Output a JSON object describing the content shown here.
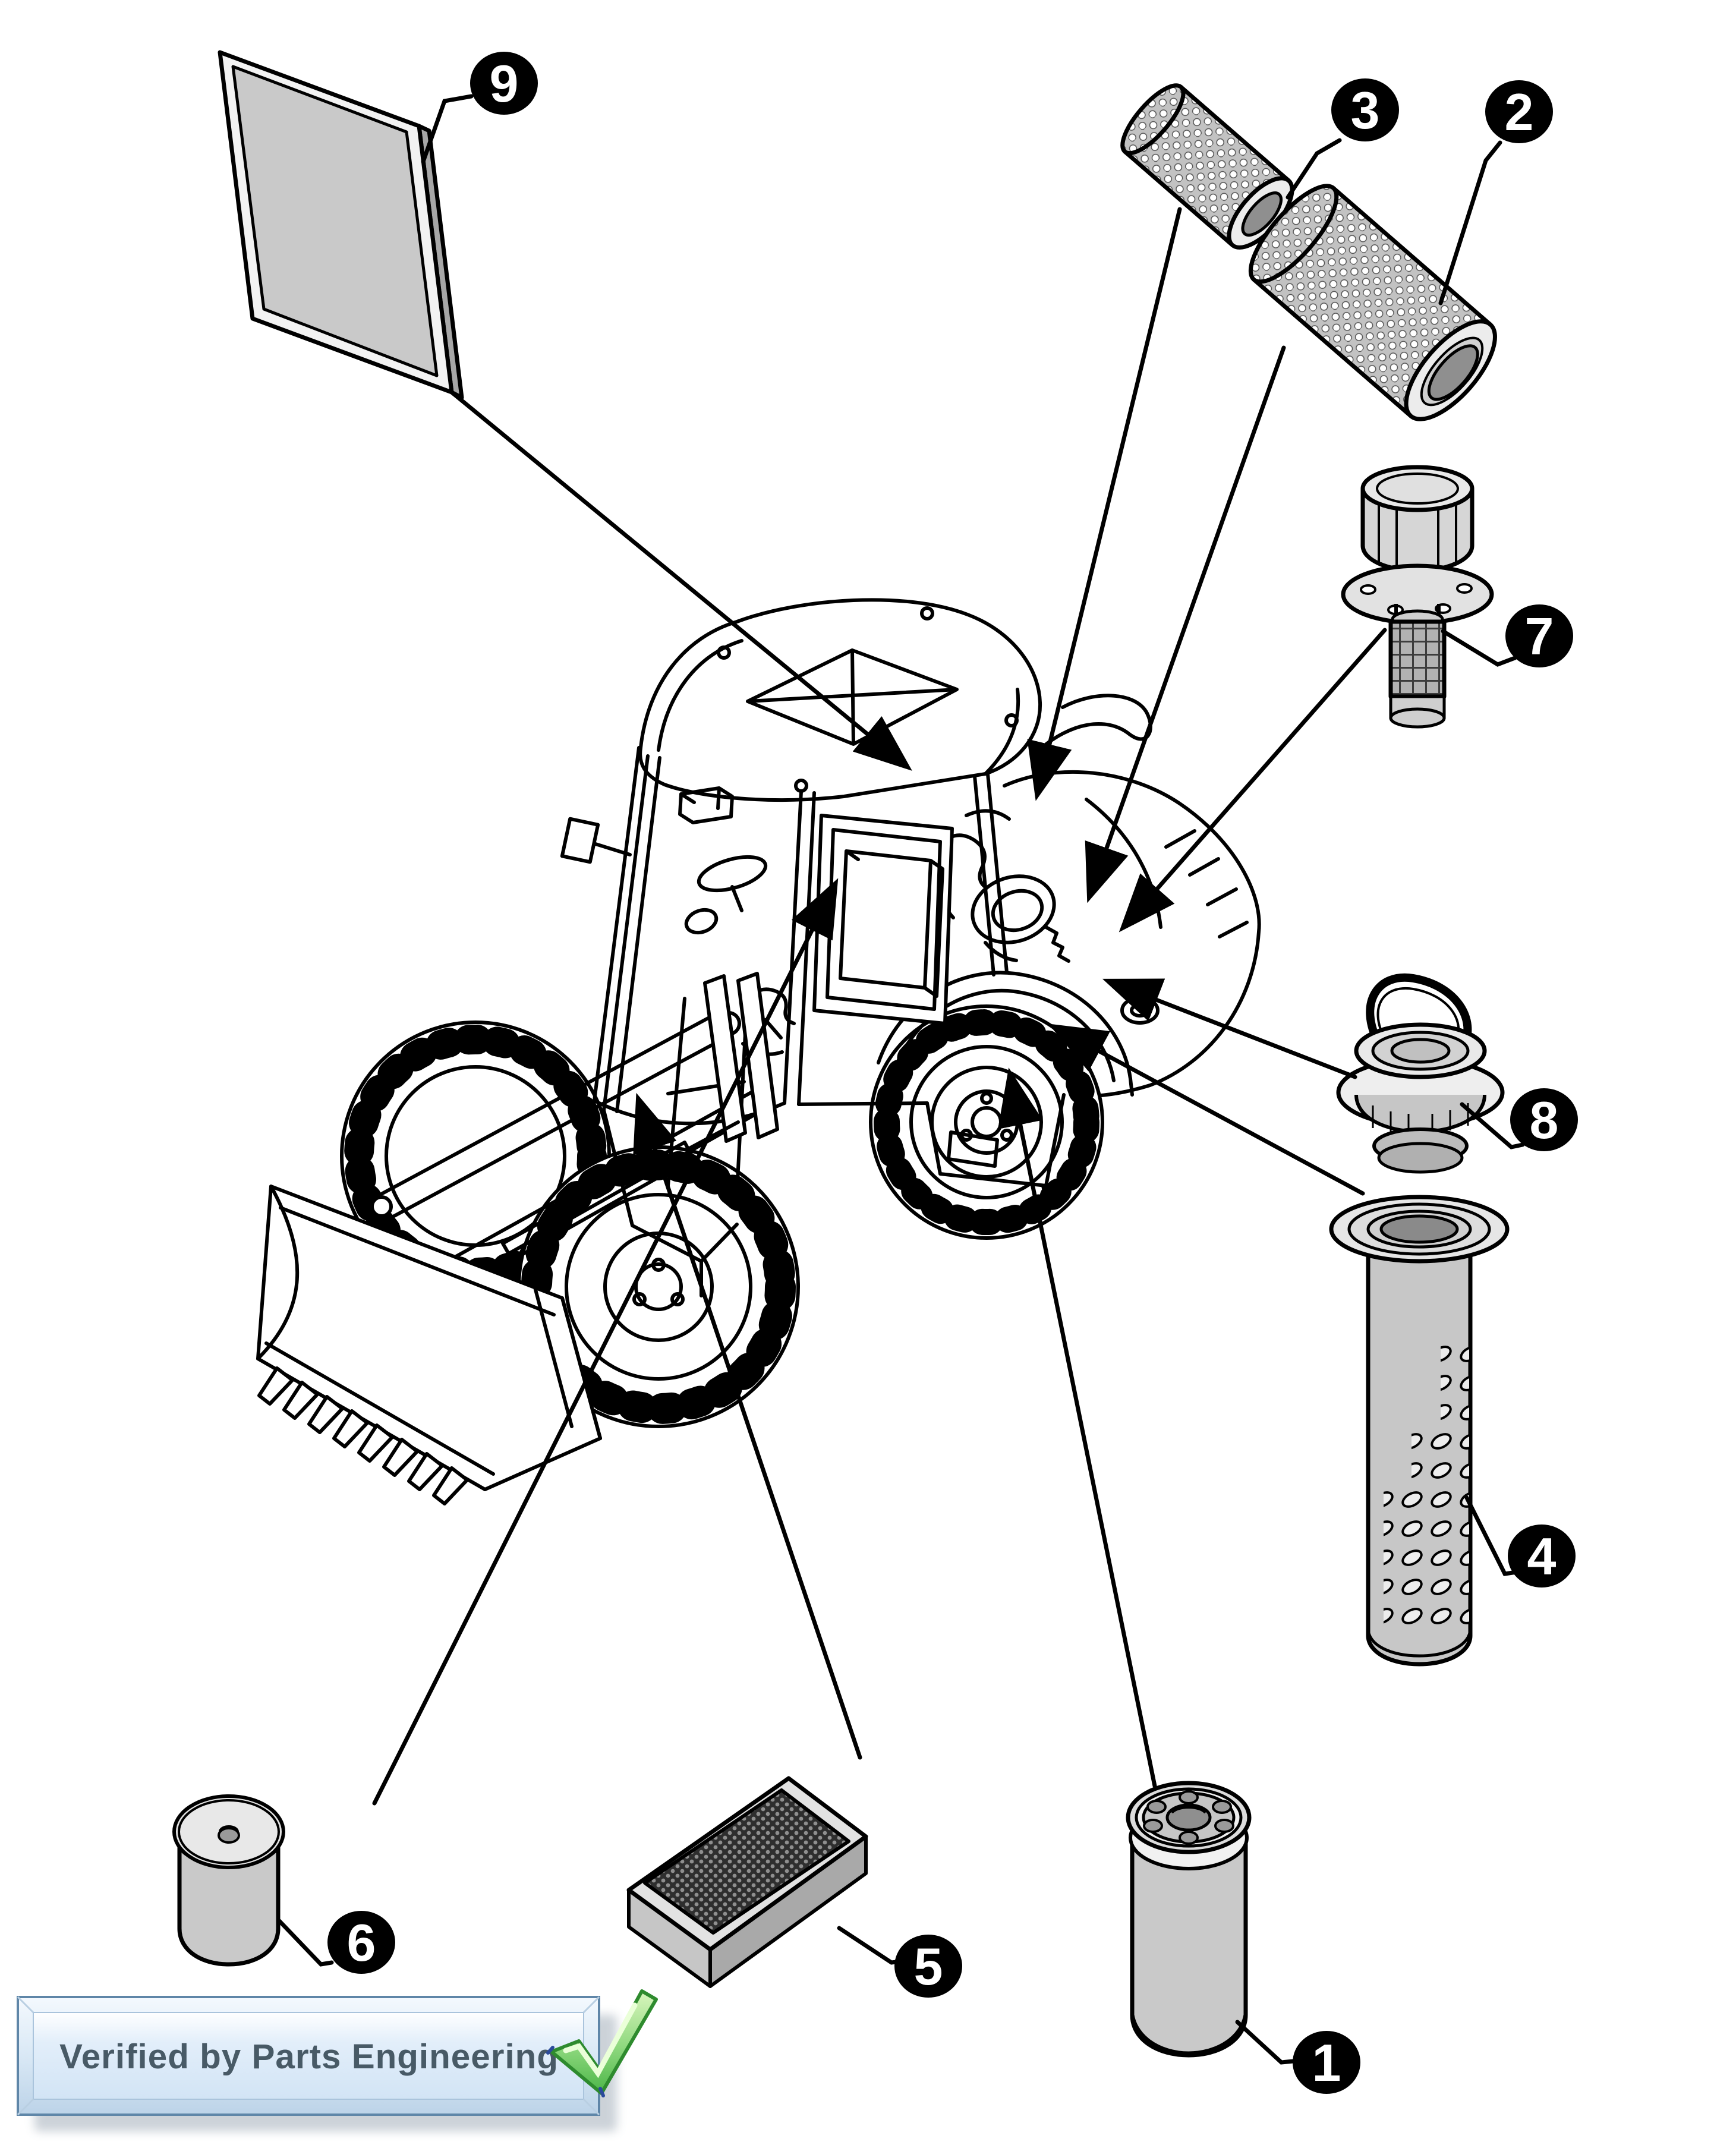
{
  "callouts": [
    {
      "label": "1"
    },
    {
      "label": "2"
    },
    {
      "label": "3"
    },
    {
      "label": "4"
    },
    {
      "label": "5"
    },
    {
      "label": "6"
    },
    {
      "label": "7"
    },
    {
      "label": "8"
    },
    {
      "label": "9"
    }
  ],
  "badge": {
    "text": "Verified by Parts Engineering",
    "icon": "green-checkmark"
  },
  "colors": {
    "line": "#000000",
    "part_light": "#e4e4e4",
    "part_mid": "#c8c8c8",
    "part_dark": "#8f8f8f",
    "mesh_dark": "#2e2e2e",
    "badge_fill": "#dcebf8",
    "badge_border": "#5f86a8",
    "badge_text": "#485a66",
    "check_green": "#4cb648"
  }
}
